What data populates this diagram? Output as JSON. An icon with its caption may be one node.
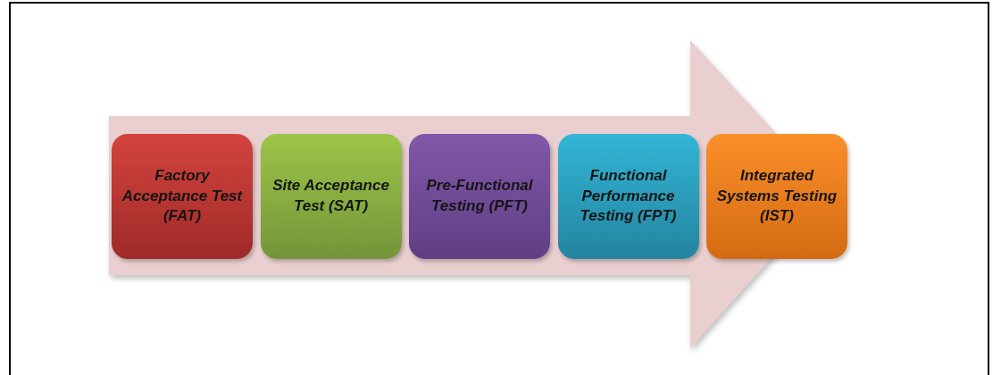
{
  "diagram": {
    "nodes": [
      {
        "text": [],
        "shape": "arrow"
      },
      {
        "text": [
          "Factory Acceptance Test (FAT)"
        ],
        "in": 0
      },
      {
        "text": [
          "Site Acceptance Test (SAT)"
        ],
        "in": 0
      },
      {
        "text": [
          "Pre-Functional Testing (PFT)"
        ],
        "in": 0
      },
      {
        "text": [
          "Functional Performance Testing (FPT)"
        ],
        "in": 0
      },
      {
        "text": [
          "Integrated Systems Testing (IST)"
        ],
        "in": 0
      }
    ],
    "edges": []
  }
}
